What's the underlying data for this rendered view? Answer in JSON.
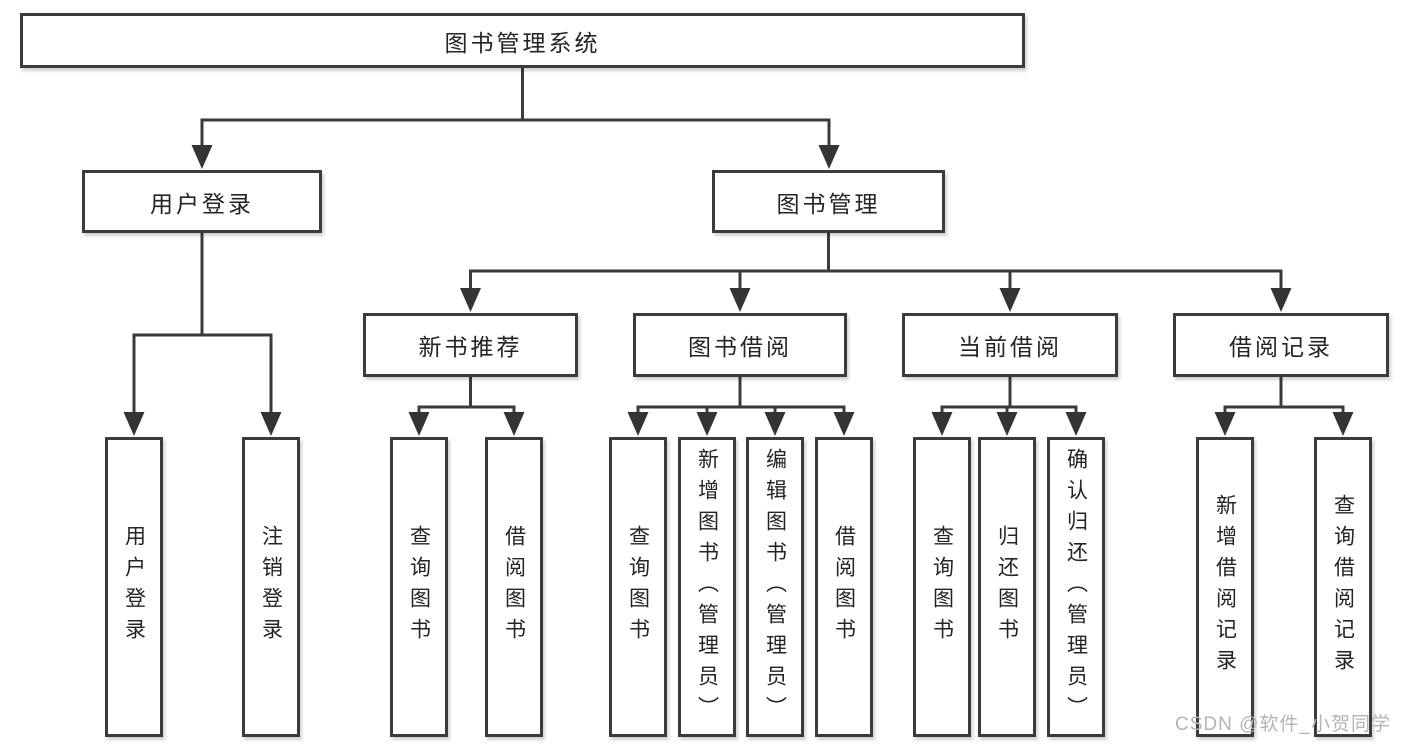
{
  "tree": {
    "root": {
      "label": "图书管理系统"
    },
    "branches": [
      {
        "label": "用户登录",
        "children": [
          {
            "label": "用户登录"
          },
          {
            "label": "注销登录"
          }
        ]
      },
      {
        "label": "图书管理",
        "children": [
          {
            "label": "新书推荐",
            "children": [
              {
                "label": "查询图书"
              },
              {
                "label": "借阅图书"
              }
            ]
          },
          {
            "label": "图书借阅",
            "children": [
              {
                "label": "查询图书"
              },
              {
                "label": "新增图书（管理员）"
              },
              {
                "label": "编辑图书（管理员）"
              },
              {
                "label": "借阅图书"
              }
            ]
          },
          {
            "label": "当前借阅",
            "children": [
              {
                "label": "查询图书"
              },
              {
                "label": "归还图书"
              },
              {
                "label": "确认归还（管理员）"
              }
            ]
          },
          {
            "label": "借阅记录",
            "children": [
              {
                "label": "新增借阅记录"
              },
              {
                "label": "查询借阅记录"
              }
            ]
          }
        ]
      }
    ]
  },
  "watermark": "CSDN @软件_小贺同学",
  "style": {
    "line_color": "#3b3b3b",
    "box_border_color": "#3b3b3b",
    "text_color": "#242424",
    "watermark_color": "#b4b4b4",
    "background": "#ffffff"
  }
}
